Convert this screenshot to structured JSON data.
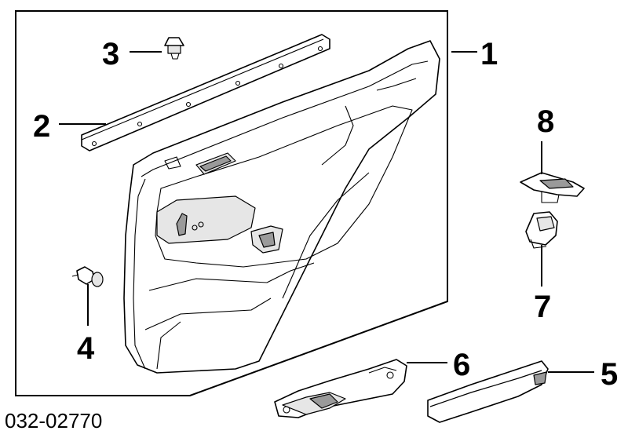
{
  "diagram": {
    "reference_code": "032-02770",
    "callouts": [
      {
        "id": "1",
        "label": "1"
      },
      {
        "id": "2",
        "label": "2"
      },
      {
        "id": "3",
        "label": "3"
      },
      {
        "id": "4",
        "label": "4"
      },
      {
        "id": "5",
        "label": "5"
      },
      {
        "id": "6",
        "label": "6"
      },
      {
        "id": "7",
        "label": "7"
      },
      {
        "id": "8",
        "label": "8"
      }
    ]
  }
}
